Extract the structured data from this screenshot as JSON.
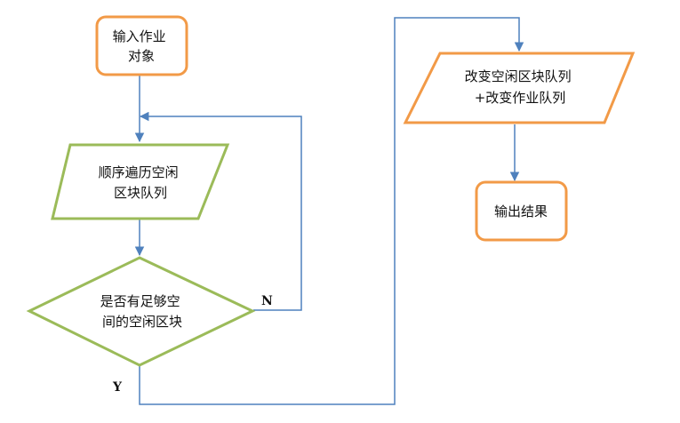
{
  "colors": {
    "terminal_border": "#F29A47",
    "process_border": "#9BBB59",
    "update_border": "#F29A47",
    "connector": "#4F81BD"
  },
  "nodes": {
    "input": {
      "lines": [
        "输入作业",
        "对象"
      ]
    },
    "traverse": {
      "lines": [
        "顺序遍历空闲",
        "区块队列"
      ]
    },
    "decision": {
      "lines": [
        "是否有足够空",
        "间的空闲区块"
      ]
    },
    "update": {
      "lines": [
        "改变空闲区块队列",
        "+改变作业队列"
      ]
    },
    "output": {
      "lines": [
        "输出结果"
      ]
    }
  },
  "branches": {
    "no": "N",
    "yes": "Y"
  }
}
